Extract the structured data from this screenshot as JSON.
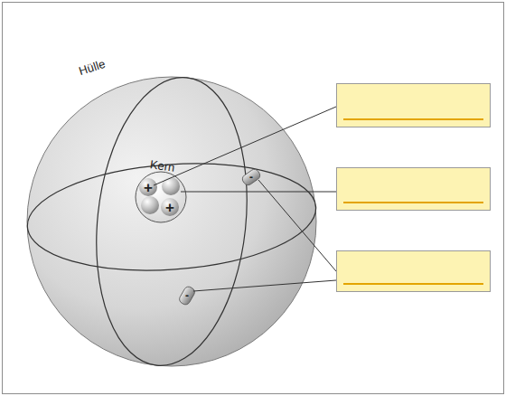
{
  "diagram": {
    "labels": [
      "Hülle",
      "Kern",
      "+",
      "+",
      "-",
      "-"
    ]
  }
}
